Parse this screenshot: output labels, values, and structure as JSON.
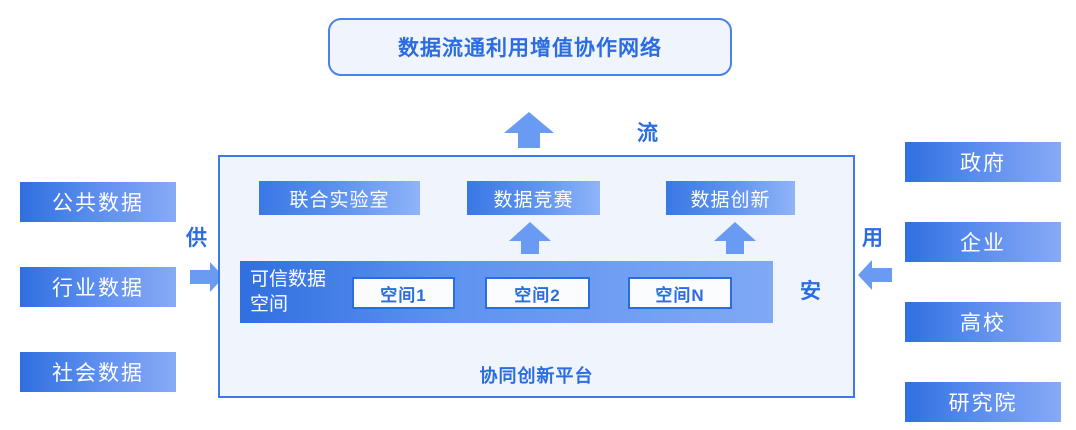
{
  "title": {
    "text": "数据流通利用增值协作网络"
  },
  "supply_side": {
    "keyword": "供",
    "arrow_icon": "arrow-right-icon",
    "items": [
      {
        "label": "公共数据"
      },
      {
        "label": "行业数据"
      },
      {
        "label": "社会数据"
      }
    ]
  },
  "demand_side": {
    "keyword": "用",
    "arrow_icon": "arrow-left-icon",
    "items": [
      {
        "label": "政府"
      },
      {
        "label": "企业"
      },
      {
        "label": "高校"
      },
      {
        "label": "研究院"
      }
    ]
  },
  "flow": {
    "keyword": "流",
    "arrow_icon": "arrow-up-icon"
  },
  "platform": {
    "caption": "协同创新平台",
    "security_keyword": "安",
    "activities": [
      {
        "label": "联合实验室"
      },
      {
        "label": "数据竞赛"
      },
      {
        "label": "数据创新"
      }
    ],
    "band": {
      "title": "可信数据空间",
      "spaces": [
        {
          "label": "空间1"
        },
        {
          "label": "空间2"
        },
        {
          "label": "空间N"
        }
      ]
    },
    "inner_arrow_icon": "arrow-up-icon"
  },
  "colors": {
    "primary_blue": "#2b6de0",
    "border_blue": "#3b7ae8",
    "panel_fill": "#eff4fd",
    "chip_gradient_start": "#2f6fe0",
    "chip_gradient_end": "#87aaf5",
    "arrow_fill": "#6a9bf2"
  }
}
